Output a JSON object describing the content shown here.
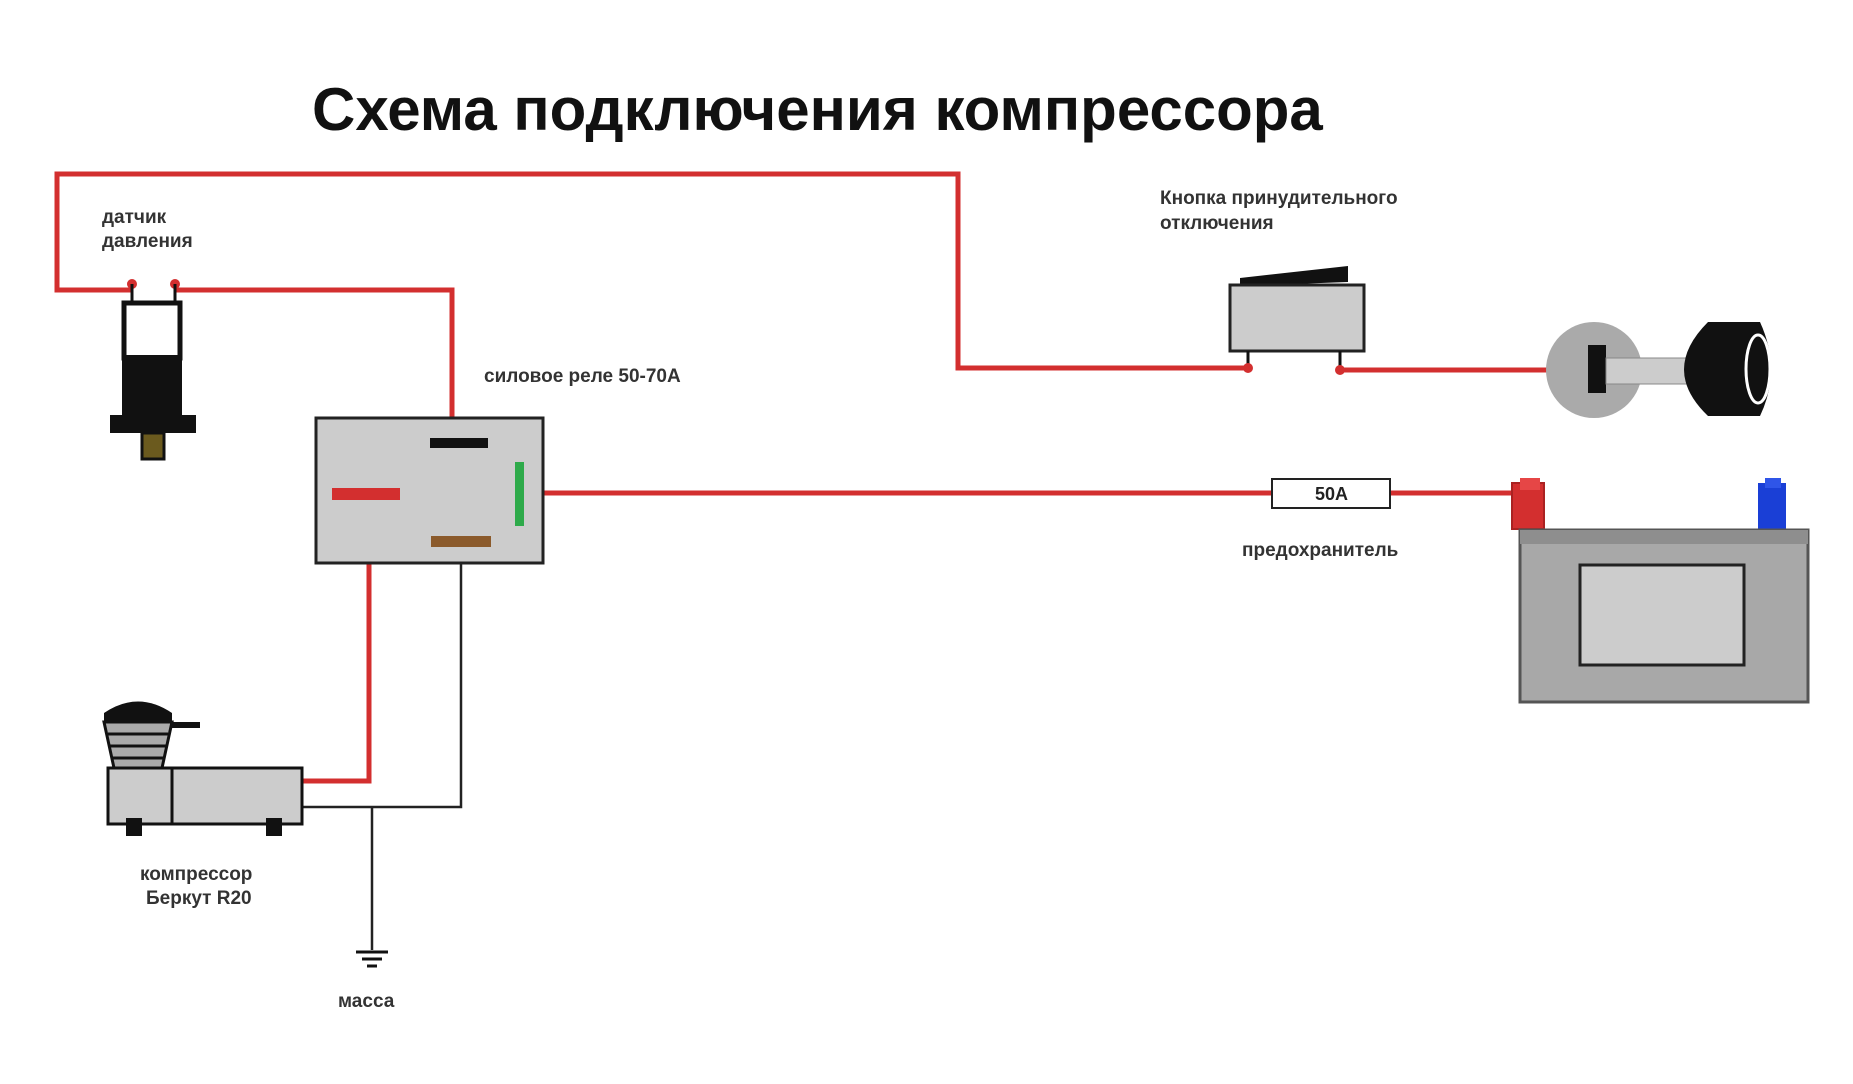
{
  "title": "Схема  подключения компрессора",
  "labels": {
    "pressure_sensor_line1": "датчик",
    "pressure_sensor_line2": "давления",
    "relay": "силовое реле  50-70А",
    "button_line1": "Кнопка принудительного",
    "button_line2": "отключения",
    "fuse_rating": "50А",
    "fuse": "предохранитель",
    "compressor_line1": "компрессор",
    "compressor_line2": "Беркут R20",
    "ground": "масса"
  },
  "colors": {
    "wire_power": "#d32f2f",
    "wire_ground": "#222222",
    "relay_body": "#cccccc",
    "relay_pin_green": "#2eaa4a",
    "relay_pin_brown": "#8b5a2b",
    "battery_body": "#a8a8a8",
    "battery_plus": "#d32f2f",
    "battery_minus": "#1a3fd6"
  },
  "icons": [
    "pressure-sensor-icon",
    "relay-icon",
    "switch-icon",
    "ignition-key-icon",
    "fuse-icon",
    "battery-icon",
    "compressor-icon",
    "ground-symbol-icon"
  ]
}
